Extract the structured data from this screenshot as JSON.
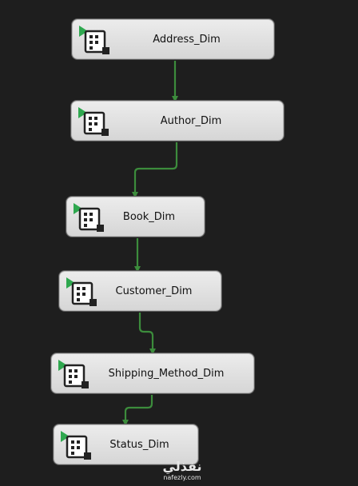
{
  "tasks": [
    {
      "label": "Address_Dim"
    },
    {
      "label": "Author_Dim"
    },
    {
      "label": "Book_Dim"
    },
    {
      "label": "Customer_Dim"
    },
    {
      "label": "Shipping_Method_Dim"
    },
    {
      "label": "Status_Dim"
    }
  ],
  "connector_color": "#3c8c3c",
  "task_icon": "data-flow-task-icon",
  "watermark": {
    "main": "نفذلي",
    "sub": "nafezly.com"
  }
}
